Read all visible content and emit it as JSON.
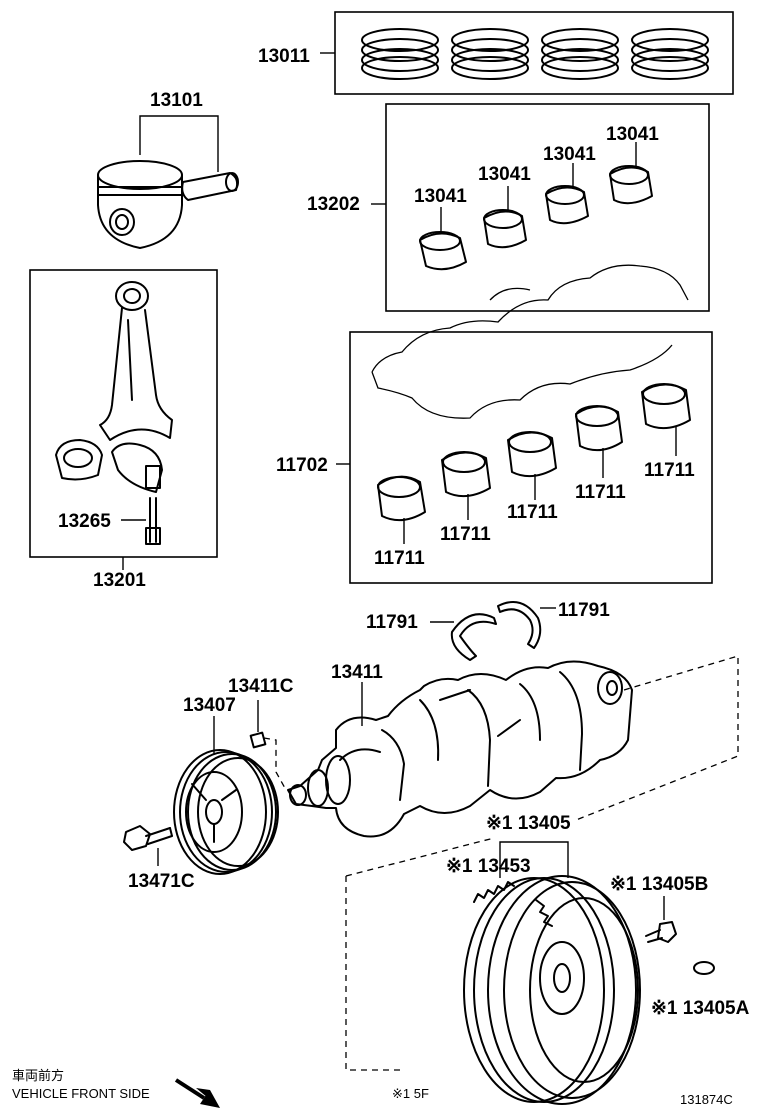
{
  "labels": {
    "p13011": "13011",
    "p13101": "13101",
    "p13202": "13202",
    "p13041": "13041",
    "p13201": "13201",
    "p13265": "13265",
    "p11702": "11702",
    "p11711": "11711",
    "p11791": "11791",
    "p13411": "13411",
    "p13411c": "13411C",
    "p13407": "13407",
    "p13471c": "13471C",
    "p13405": "※1 13405",
    "p13453": "※1 13453",
    "p13405b": "※1 13405B",
    "p13405a": "※1 13405A"
  },
  "footer": {
    "direction_jp": "車両前方",
    "direction_en": "VEHICLE FRONT SIDE",
    "footnote": "※1 5F",
    "diagram_id": "131874C"
  },
  "icons": {
    "front_arrow": "arrow-down-right-icon"
  }
}
